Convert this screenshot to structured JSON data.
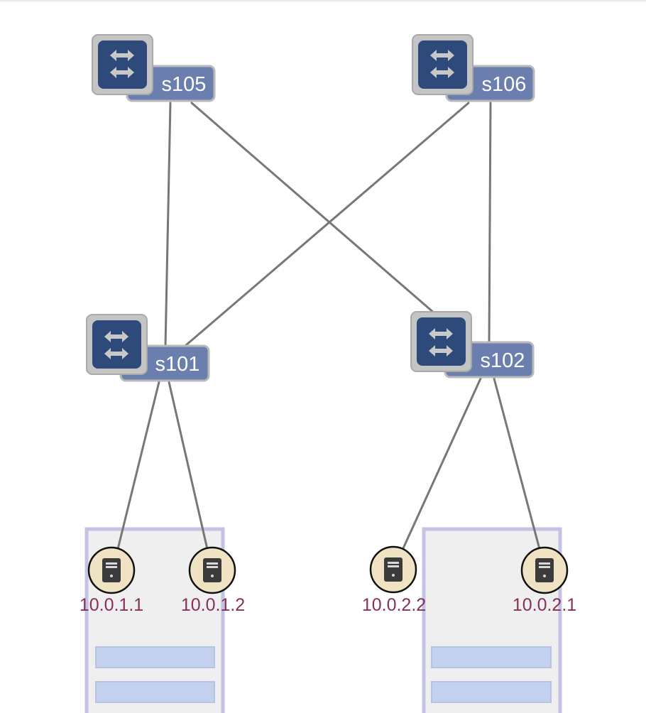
{
  "topology": {
    "switches": [
      {
        "id": "s105",
        "label": "s105"
      },
      {
        "id": "s106",
        "label": "s106"
      },
      {
        "id": "s101",
        "label": "s101"
      },
      {
        "id": "s102",
        "label": "s102"
      }
    ],
    "hosts": [
      {
        "id": "h1",
        "label": "10.0.1.1"
      },
      {
        "id": "h2",
        "label": "10.0.1.2"
      },
      {
        "id": "h3",
        "label": "10.0.2.2"
      },
      {
        "id": "h4",
        "label": "10.0.2.1"
      }
    ],
    "links": [
      {
        "from": "s105",
        "to": "s101"
      },
      {
        "from": "s105",
        "to": "s102"
      },
      {
        "from": "s106",
        "to": "s101"
      },
      {
        "from": "s106",
        "to": "s102"
      },
      {
        "from": "s101",
        "to": "10.0.1.1"
      },
      {
        "from": "s101",
        "to": "10.0.1.2"
      },
      {
        "from": "s102",
        "to": "10.0.2.2"
      },
      {
        "from": "s102",
        "to": "10.0.2.1"
      }
    ],
    "colors": {
      "switch_icon": "#2e4a7a",
      "switch_frame": "#c4c4c4",
      "label_box": "#6b7fae",
      "link": "#777777",
      "host_fill": "#efe3c3",
      "host_label": "#87305a",
      "rack_fill": "#efefef",
      "rack_border": "#c3c3e3",
      "rack_slot": "#c3d1ee"
    }
  }
}
